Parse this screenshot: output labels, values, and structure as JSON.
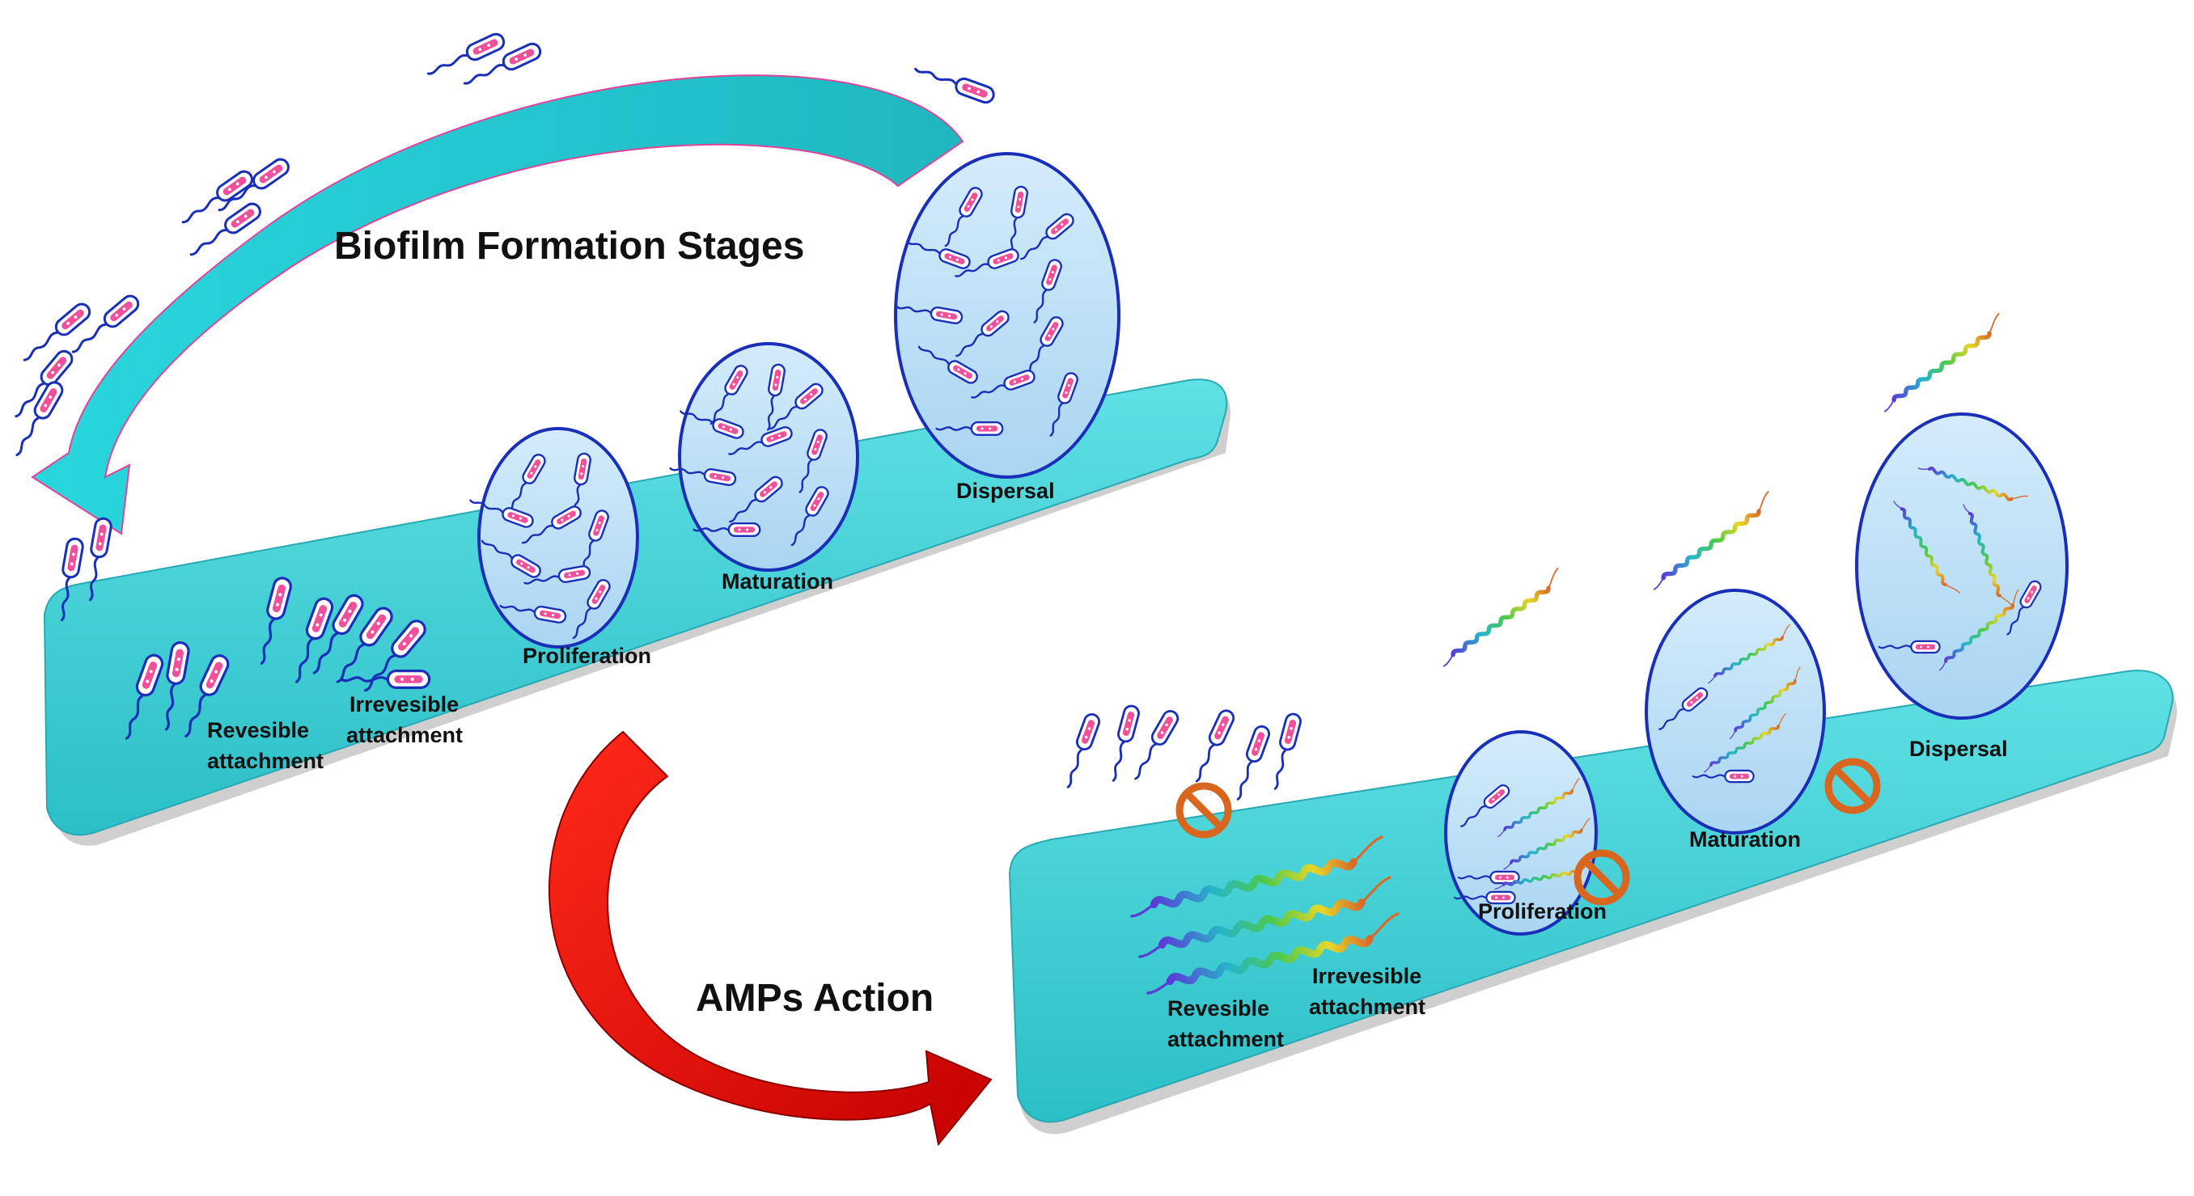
{
  "panel_top": {
    "title": "Biofilm Formation Stages",
    "stages": {
      "reversible": [
        "Revesible",
        "attachment"
      ],
      "irreversible": [
        "Irrevesible",
        "attachment"
      ],
      "proliferation": "Proliferation",
      "maturation": "Maturation",
      "dispersal": "Dispersal"
    }
  },
  "transition": {
    "label": "AMPs Action"
  },
  "panel_bottom": {
    "stages": {
      "reversible": [
        "Revesible",
        "attachment"
      ],
      "irreversible": [
        "Irrevesible",
        "attachment"
      ],
      "proliferation": "Proliferation",
      "maturation": "Maturation",
      "dispersal": "Dispersal"
    }
  },
  "colors": {
    "surface": "#3fd0d4",
    "bubble_fill": "#b9e0f6",
    "bubble_stroke": "#1a2fb8",
    "bacterium_fill": "#ffffff",
    "bacterium_body": "#f0509a",
    "flagellum": "#1a2fb8",
    "curved_arrow_top": "#26c9cf",
    "curved_arrow_red": "#ee1111",
    "inhibition_sign": "#d9661e"
  },
  "icons": [
    "bacterium-icon",
    "peptide-helix-icon",
    "inhibition-icon"
  ]
}
